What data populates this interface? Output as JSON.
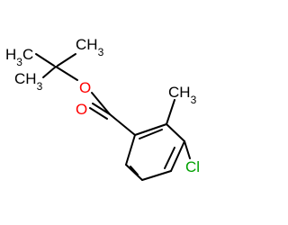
{
  "molecule": {
    "labels": {
      "h3c_top": "H3C",
      "ch3_right": "CH3",
      "ch3_left": "CH3",
      "o_ester": "O",
      "o_carbonyl": "O",
      "cl": "Cl"
    }
  },
  "colors": {
    "bond": "#000000",
    "carbon_label": "#000000",
    "oxygen": "#ff0000",
    "chlorine": "#00a000"
  }
}
